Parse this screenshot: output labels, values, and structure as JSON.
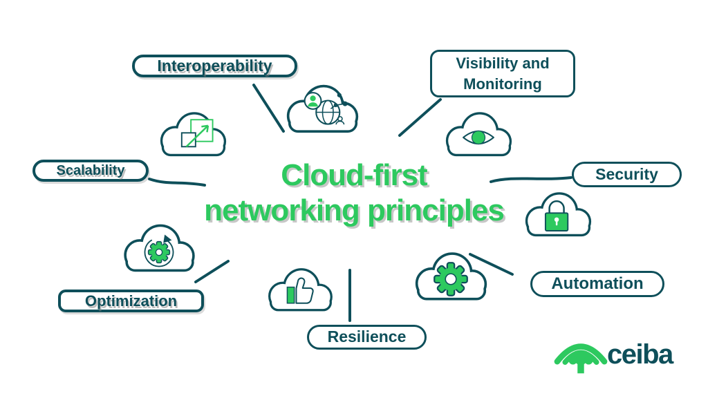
{
  "title": {
    "line1": "Cloud-first",
    "line2": "networking principles"
  },
  "labels": {
    "interoperability": "Interoperability",
    "visibility": "Visibility and Monitoring",
    "security": "Security",
    "scalability": "Scalability",
    "optimization": "Optimization",
    "resilience": "Resilience",
    "automation": "Automation"
  },
  "icons": {
    "interoperability": "globe-network-people-icon",
    "visibility": "eye-icon",
    "security": "padlock-icon",
    "scalability": "expand-squares-arrow-icon",
    "optimization": "gear-sync-arrow-icon",
    "resilience": "thumbs-up-icon",
    "automation": "gear-icon",
    "logo": "ceiba-tree-icon"
  },
  "logo": {
    "name": "ceiba"
  },
  "colors": {
    "teal": "#0e4f5a",
    "green": "#2dc95f"
  }
}
